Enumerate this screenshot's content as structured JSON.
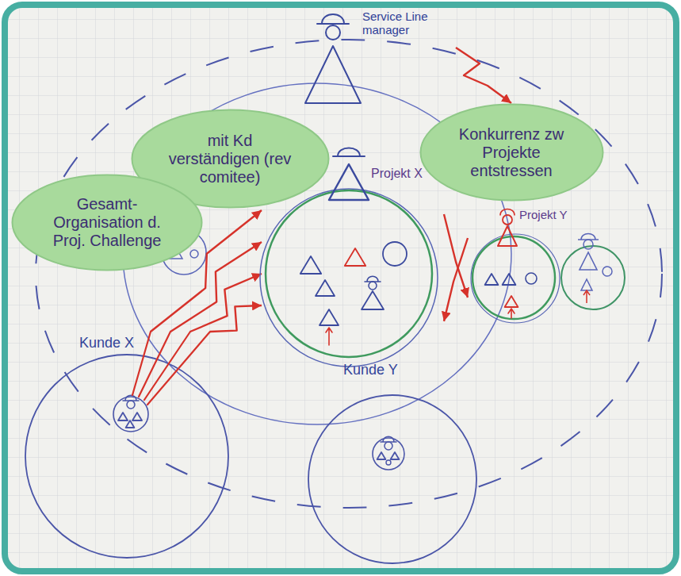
{
  "diagram": {
    "nodes": [
      {
        "text": [
          "Service Line manager"
        ]
      },
      {
        "text": [
          "mit Kd verständigen (rev comitee)"
        ]
      },
      {
        "text": [
          "Konkurrenz zw Projekte entstressen"
        ]
      },
      {
        "text": [
          "Gesamt- Organisation d. Proj. Challenge"
        ]
      },
      {
        "text": [
          "Projekt X"
        ]
      },
      {
        "text": [
          "Projekt Y"
        ]
      },
      {
        "text": [
          "Kunde X"
        ]
      },
      {
        "text": [
          "Kunde Y"
        ]
      }
    ],
    "edges": [
      {
        "from": 0,
        "to": 2,
        "arrow": "to"
      },
      {
        "from": 6,
        "to": 4,
        "arrow": "to"
      },
      {
        "from": 6,
        "to": 4,
        "arrow": "to"
      },
      {
        "from": 6,
        "to": 4,
        "arrow": "to"
      },
      {
        "from": 6,
        "to": 4,
        "arrow": "to"
      },
      {
        "from": 4,
        "to": 5,
        "arrow": "to"
      },
      {
        "from": 5,
        "to": 4,
        "arrow": "to"
      }
    ]
  }
}
